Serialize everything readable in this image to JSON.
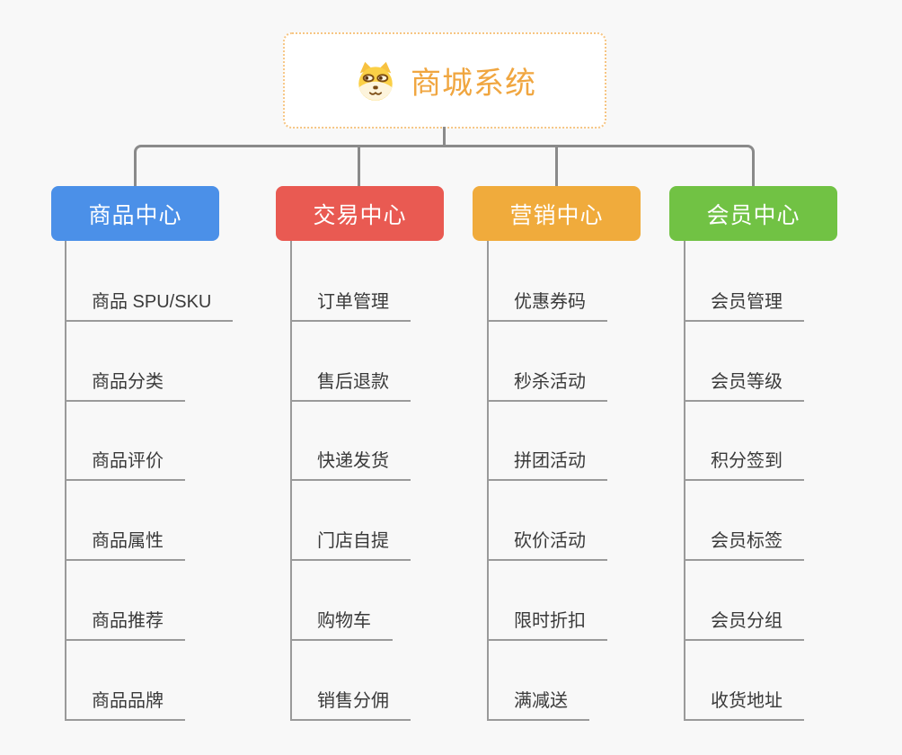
{
  "root": {
    "title": "商城系统",
    "title_color": "#f0a640",
    "border_color": "#f6c583",
    "icon": "dog-face-icon"
  },
  "connector_color": "#8a8a8a",
  "branches": [
    {
      "label": "商品中心",
      "color": "#4b90e8",
      "children": [
        "商品 SPU/SKU",
        "商品分类",
        "商品评价",
        "商品属性",
        "商品推荐",
        "商品品牌"
      ]
    },
    {
      "label": "交易中心",
      "color": "#e95a52",
      "children": [
        "订单管理",
        "售后退款",
        "快递发货",
        "门店自提",
        "购物车",
        "销售分佣"
      ]
    },
    {
      "label": "营销中心",
      "color": "#f0ab3c",
      "children": [
        "优惠券码",
        "秒杀活动",
        "拼团活动",
        "砍价活动",
        "限时折扣",
        "满减送"
      ]
    },
    {
      "label": "会员中心",
      "color": "#71c244",
      "children": [
        "会员管理",
        "会员等级",
        "积分签到",
        "会员标签",
        "会员分组",
        "收货地址"
      ]
    }
  ]
}
